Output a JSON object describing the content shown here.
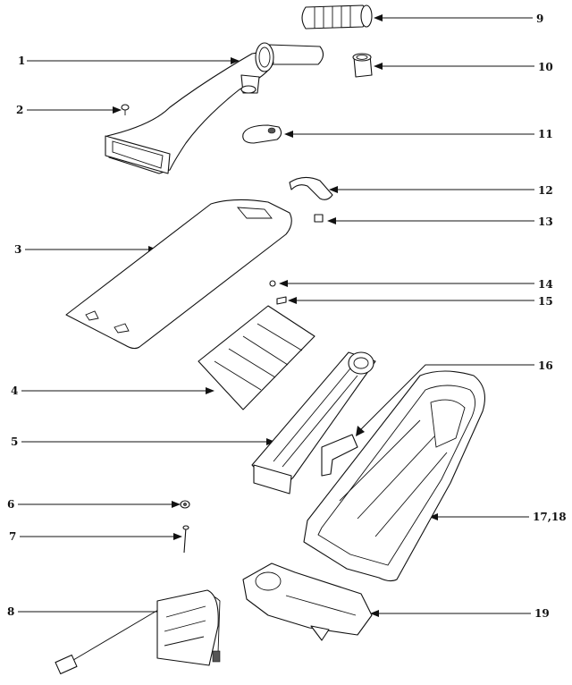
{
  "callouts": [
    {
      "id": "1",
      "label": "1"
    },
    {
      "id": "2",
      "label": "2"
    },
    {
      "id": "3",
      "label": "3"
    },
    {
      "id": "4",
      "label": "4"
    },
    {
      "id": "5",
      "label": "5"
    },
    {
      "id": "6",
      "label": "6"
    },
    {
      "id": "7",
      "label": "7"
    },
    {
      "id": "8",
      "label": "8"
    },
    {
      "id": "9",
      "label": "9"
    },
    {
      "id": "10",
      "label": "10"
    },
    {
      "id": "11",
      "label": "11"
    },
    {
      "id": "12",
      "label": "12"
    },
    {
      "id": "13",
      "label": "13"
    },
    {
      "id": "14",
      "label": "14"
    },
    {
      "id": "15",
      "label": "15"
    },
    {
      "id": "16",
      "label": "16"
    },
    {
      "id": "17_18",
      "label": "17,18"
    },
    {
      "id": "19",
      "label": "19"
    }
  ]
}
